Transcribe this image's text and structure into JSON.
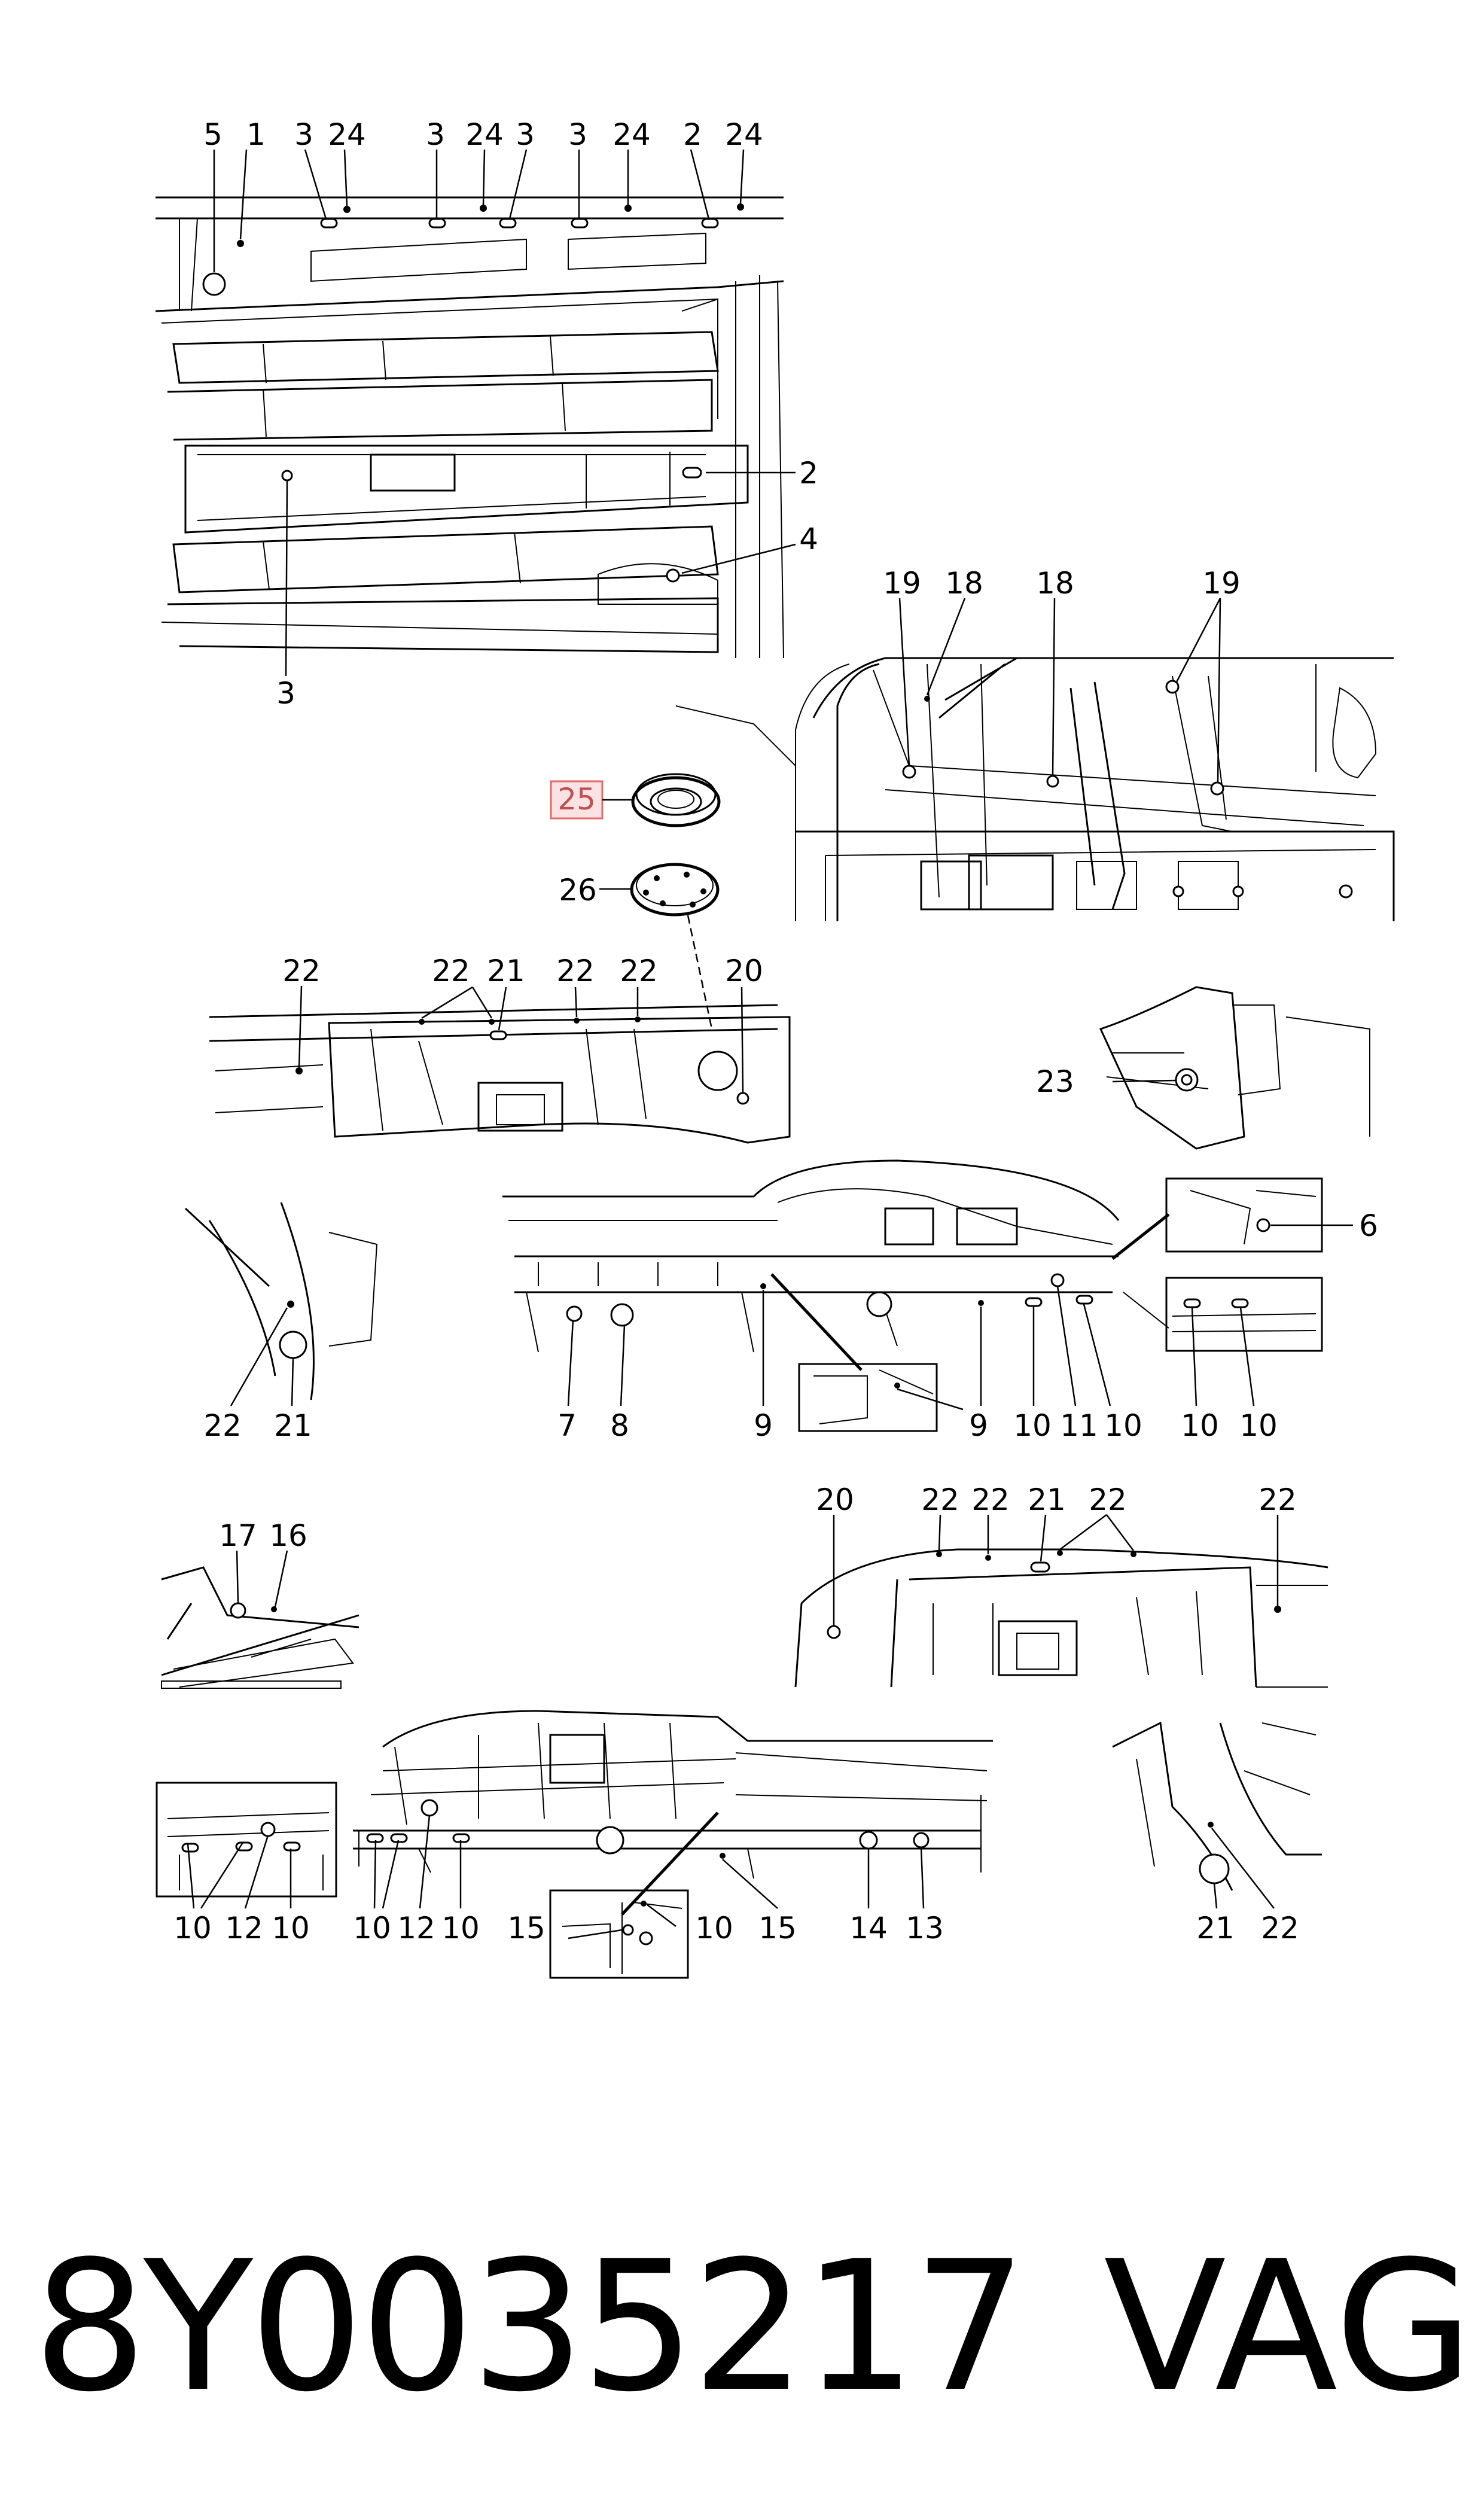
{
  "footer": {
    "part_number": "8Y0035217",
    "brand": "VAG"
  },
  "highlight_color": "#e06a6a",
  "highlight_fill": "#fbe3e3",
  "panels": [
    {
      "id": "top-left-floor",
      "callouts": [
        "5",
        "1",
        "3",
        "24",
        "3",
        "24",
        "3",
        "3",
        "24",
        "2",
        "24",
        "2",
        "4",
        "3"
      ]
    },
    {
      "id": "top-right-rear-floor",
      "callouts": [
        "19",
        "18",
        "18",
        "19"
      ]
    },
    {
      "id": "grommets",
      "callouts": [
        "25",
        "26"
      ],
      "highlighted_callout": "25"
    },
    {
      "id": "middle-front-wall",
      "callouts": [
        "22",
        "22",
        "21",
        "22",
        "22",
        "20",
        "23"
      ]
    },
    {
      "id": "middle-underbody",
      "callouts": [
        "6",
        "22",
        "21",
        "7",
        "8",
        "9",
        "9",
        "10",
        "11",
        "10",
        "10",
        "10"
      ]
    },
    {
      "id": "lower-views",
      "callouts": [
        "17",
        "16",
        "20",
        "22",
        "22",
        "21",
        "22",
        "22",
        "10",
        "12",
        "10",
        "10",
        "12",
        "10",
        "15",
        "10",
        "15",
        "14",
        "13",
        "21",
        "22"
      ]
    }
  ]
}
